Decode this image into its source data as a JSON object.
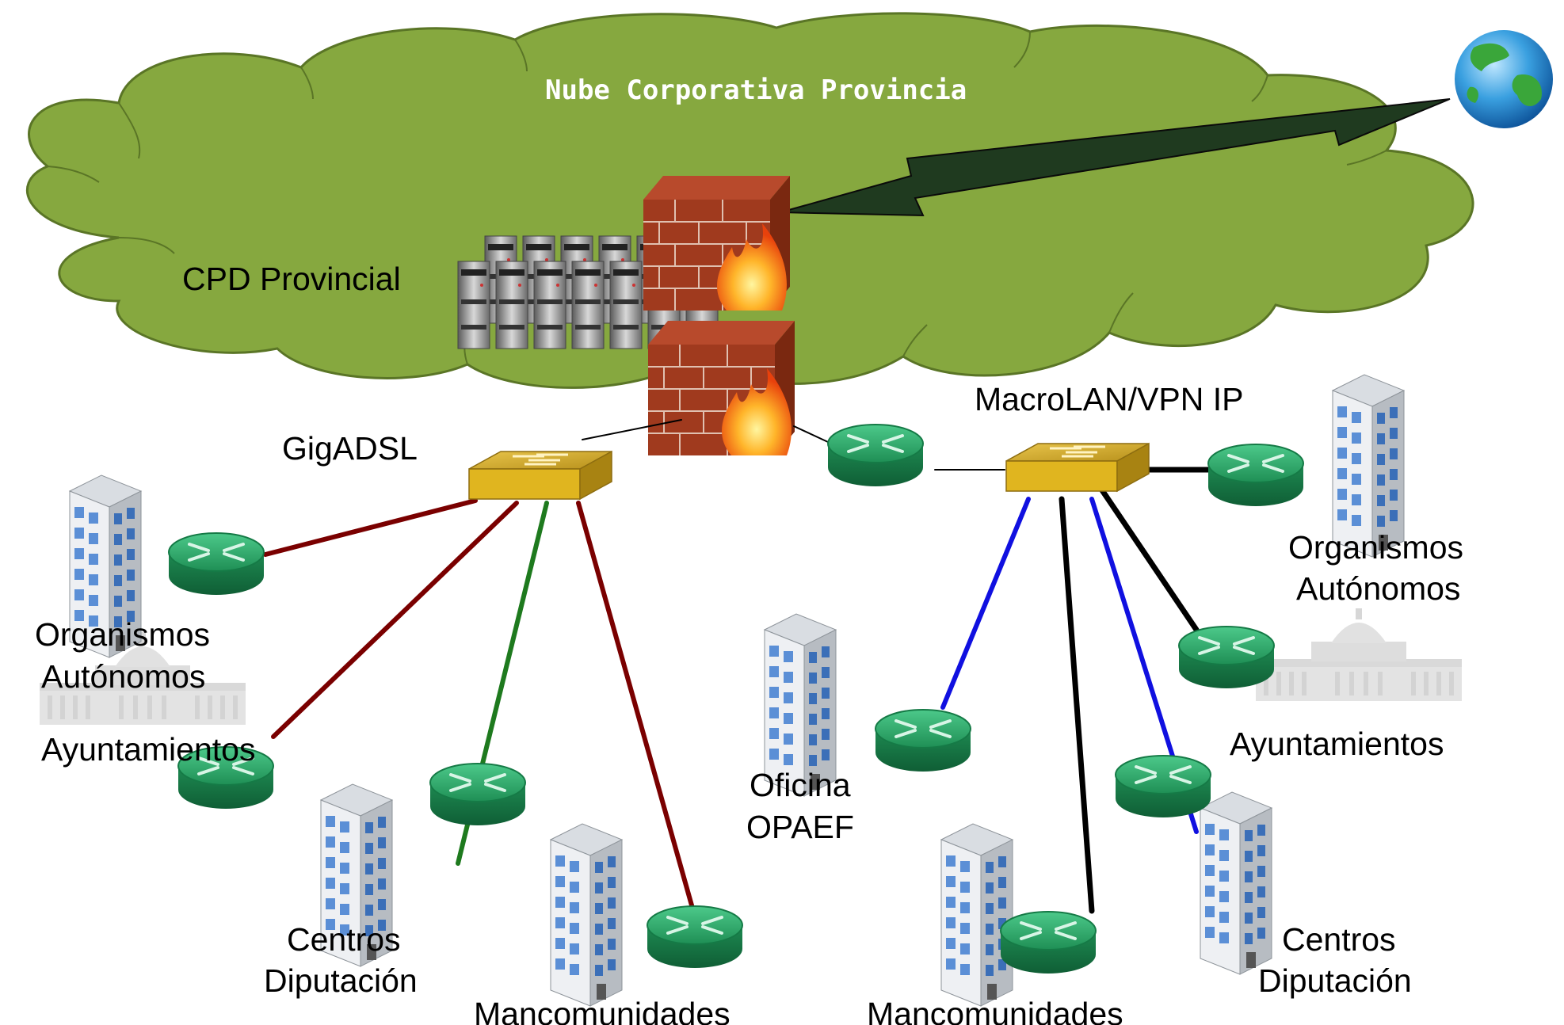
{
  "cloud": {
    "title": "Nube Corporativa Provincia",
    "datacenter_label": "CPD Provincial",
    "color": "#86A83F"
  },
  "networks": {
    "left": "GigADSL",
    "right": "MacroLAN/VPN IP"
  },
  "sites_left": {
    "organismos_line1": "Organismos",
    "organismos_line2": "Autónomos",
    "ayuntamientos": "Ayuntamientos",
    "centros_line1": "Centros",
    "centros_line2": "Diputación",
    "mancomunidades": "Mancomunidades"
  },
  "sites_right": {
    "organismos_line1": "Organismos",
    "organismos_line2": "Autónomos",
    "ayuntamientos": "Ayuntamientos",
    "oficina_line1": "Oficina",
    "oficina_line2": "OPAEF",
    "centros_line1": "Centros",
    "centros_line2": "Diputación",
    "mancomunidades": "Mancomunidades"
  },
  "icons": {
    "firewall": "firewall-icon",
    "server_rack": "server-rack-icon",
    "switch": "switch-icon",
    "router": "router-icon",
    "building": "office-building-icon",
    "capitol": "capitol-building-icon",
    "globe": "globe-icon"
  },
  "link_colors": {
    "dark_red": "#7A0000",
    "green": "#1E7A1E",
    "blue": "#1010E0",
    "black": "#000000"
  }
}
